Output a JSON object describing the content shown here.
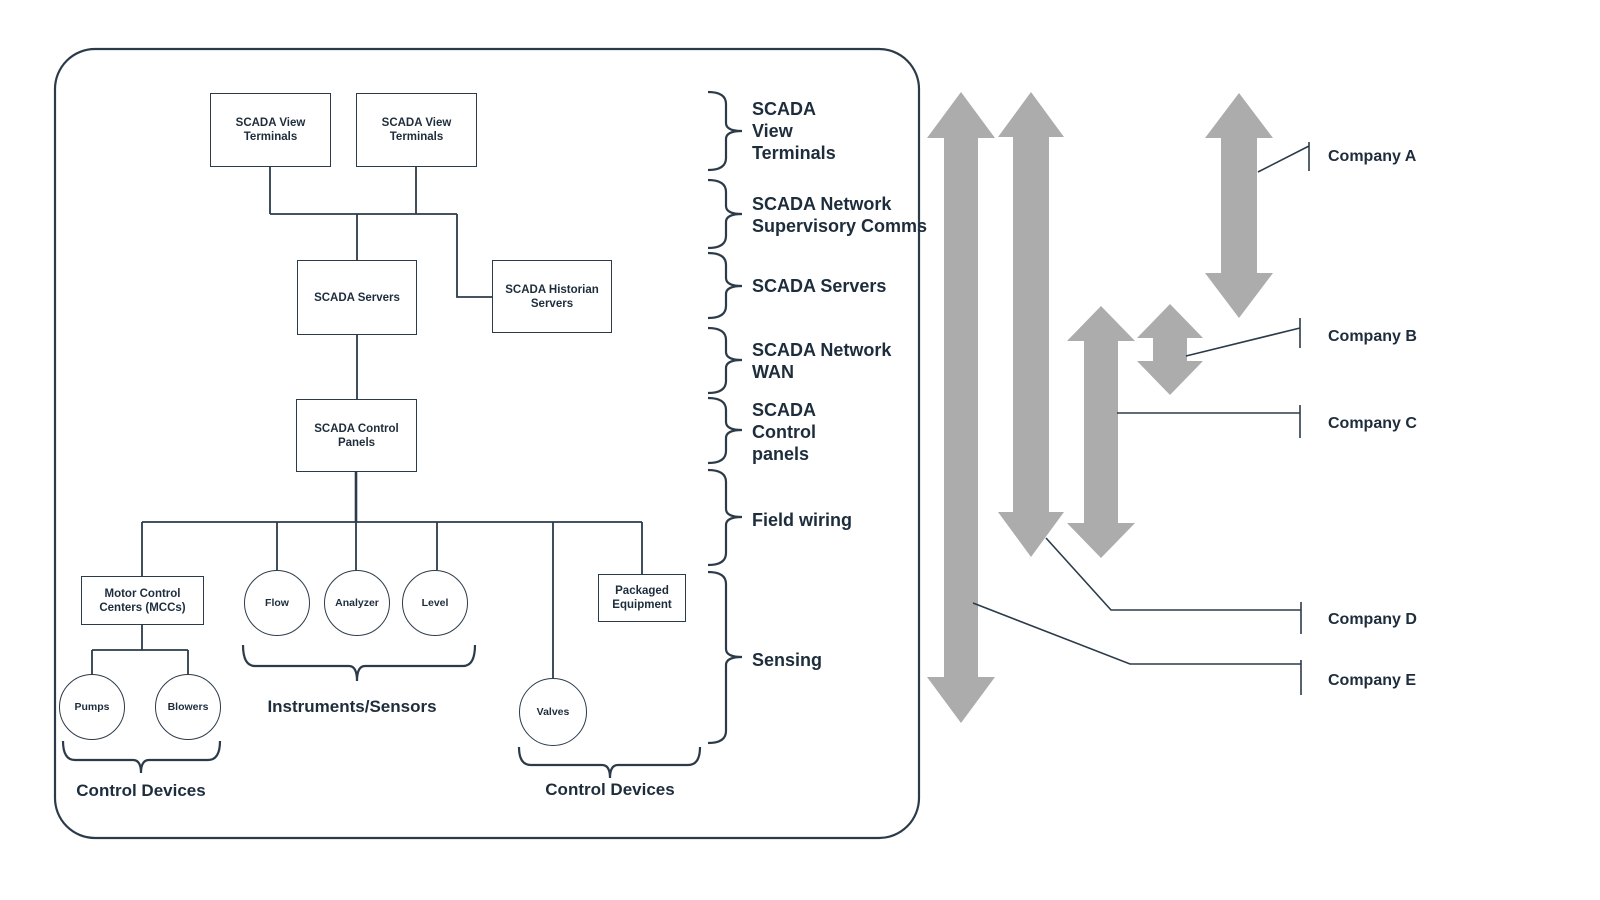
{
  "colors": {
    "arrow_gray": "#ACACAC",
    "line_dark": "#2C3B49",
    "text_dark": "#1E2D3C"
  },
  "system": {
    "boxes": {
      "view_terminals_1": "SCADA View\nTerminals",
      "view_terminals_2": "SCADA View\nTerminals",
      "servers": "SCADA Servers",
      "historian": "SCADA Historian\nServers",
      "control_panels": "SCADA Control\nPanels",
      "mcc": "Motor Control\nCenters (MCCs)",
      "packaged": "Packaged\nEquipment"
    },
    "circles": {
      "flow": "Flow",
      "analyzer": "Analyzer",
      "level": "Level",
      "pumps": "Pumps",
      "blowers": "Blowers",
      "valves": "Valves"
    },
    "groups": {
      "instruments": "Instruments/Sensors",
      "control_devices_left": "Control Devices",
      "control_devices_right": "Control Devices"
    }
  },
  "layers": [
    {
      "label": "SCADA\nView\nTerminals"
    },
    {
      "label": "SCADA Network\nSupervisory Comms"
    },
    {
      "label": "SCADA Servers"
    },
    {
      "label": "SCADA Network\nWAN"
    },
    {
      "label": "SCADA\nControl\npanels"
    },
    {
      "label": "Field wiring"
    },
    {
      "label": "Sensing"
    }
  ],
  "companies": [
    {
      "name": "Company A"
    },
    {
      "name": "Company B"
    },
    {
      "name": "Company C"
    },
    {
      "name": "Company D"
    },
    {
      "name": "Company E"
    }
  ]
}
